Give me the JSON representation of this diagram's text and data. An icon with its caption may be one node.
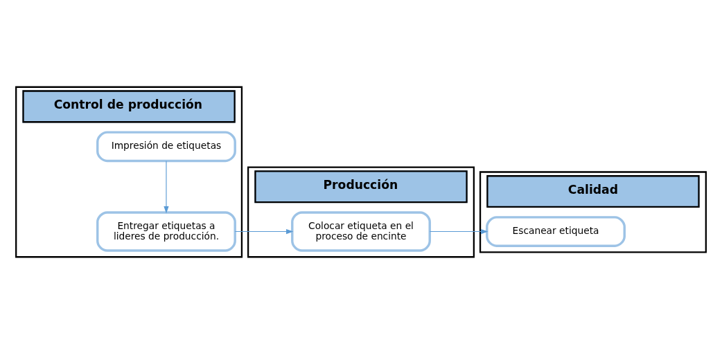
{
  "diagram": {
    "nodes": [
      {
        "text": [
          "Control de producción"
        ]
      },
      {
        "text": [
          "Producción"
        ]
      },
      {
        "text": [
          "Calidad"
        ]
      },
      {
        "text": [
          "Impresión de etiquetas"
        ],
        "in": 0
      },
      {
        "text": [
          "Entregar etiquetas a lideres de producción."
        ],
        "in": 0
      },
      {
        "text": [
          "Colocar etiqueta en el proceso de encinte"
        ],
        "in": 1
      },
      {
        "text": [
          "Escanear etiqueta"
        ],
        "in": 2
      }
    ],
    "edges": [
      {
        "from": 3,
        "to": 4,
        "arrow": "to"
      },
      {
        "from": 4,
        "to": 5,
        "arrow": "to"
      },
      {
        "from": 5,
        "to": 6,
        "arrow": "to"
      }
    ]
  }
}
